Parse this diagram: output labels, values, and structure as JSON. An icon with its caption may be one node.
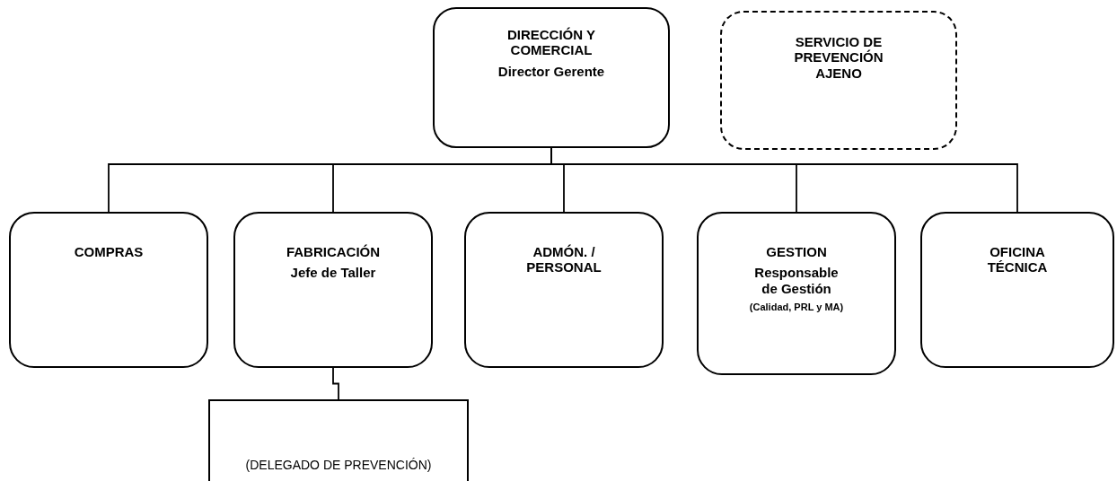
{
  "diagram": {
    "nodes": [
      {
        "text": [
          "DIRECCIÓN Y COMERCIAL",
          "Director Gerente"
        ]
      },
      {
        "text": [
          "SERVICIO DE PREVENCIÓN AJENO"
        ]
      },
      {
        "text": [
          "COMPRAS"
        ]
      },
      {
        "text": [
          "FABRICACIÓN",
          "Jefe de Taller"
        ]
      },
      {
        "text": [
          "ADMÓN. / PERSONAL"
        ]
      },
      {
        "text": [
          "GESTION",
          "Responsable de Gestión",
          "(Calidad, PRL y MA)"
        ]
      },
      {
        "text": [
          "OFICINA TÉCNICA"
        ]
      },
      {
        "text": [
          "(DELEGADO DE PREVENCIÓN)"
        ]
      }
    ],
    "edges": [
      {
        "from": 0,
        "to": 2,
        "arrow": "none"
      },
      {
        "from": 0,
        "to": 3,
        "arrow": "none"
      },
      {
        "from": 0,
        "to": 4,
        "arrow": "none"
      },
      {
        "from": 0,
        "to": 5,
        "arrow": "none"
      },
      {
        "from": 0,
        "to": 6,
        "arrow": "none"
      },
      {
        "from": 3,
        "to": 7,
        "arrow": "none"
      }
    ]
  }
}
